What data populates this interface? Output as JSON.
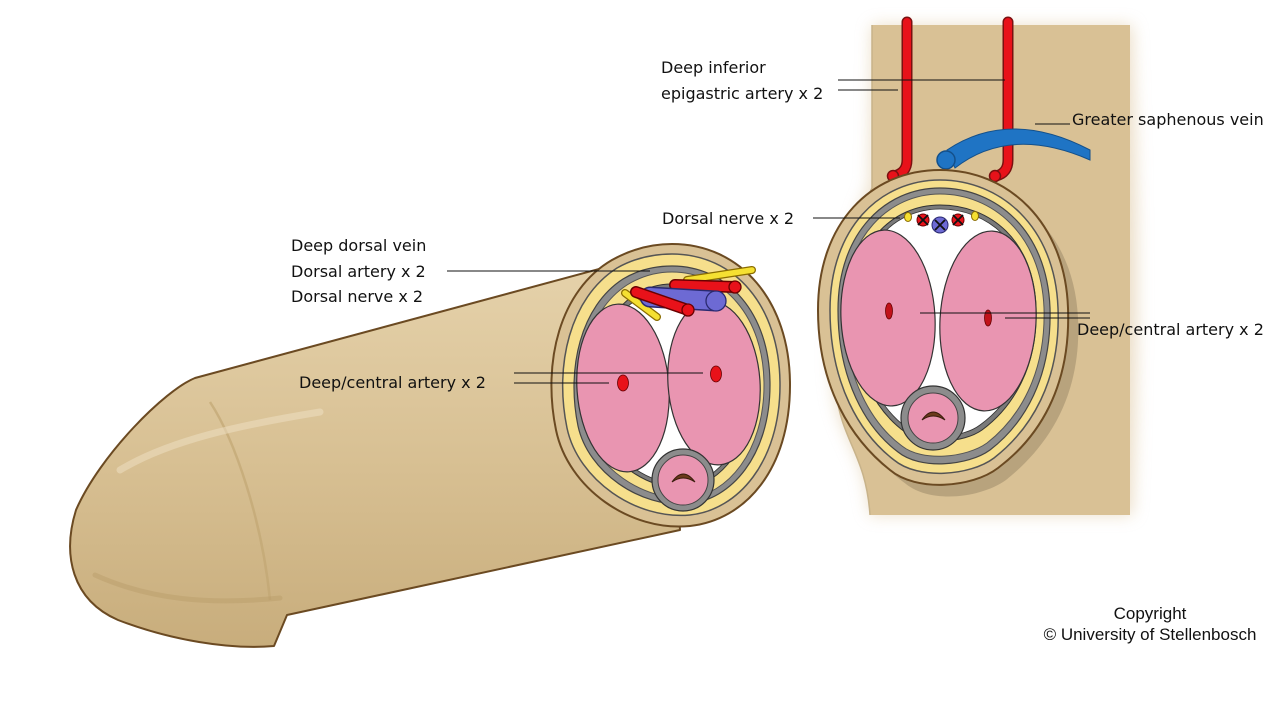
{
  "labels": {
    "deep_inferior_line1": "Deep inferior",
    "deep_inferior_line2": "epigastric artery x 2",
    "greater_saphenous": "Greater saphenous vein",
    "dorsal_nerve_right": "Dorsal nerve x 2",
    "deep_dorsal_vein": "Deep dorsal vein",
    "dorsal_artery": "Dorsal artery x 2",
    "dorsal_nerve_left": "Dorsal nerve x 2",
    "deep_central_left": "Deep/central artery x 2",
    "deep_central_right": "Deep/central artery x 2"
  },
  "copyright": {
    "line1": "Copyright",
    "line2": "© University of Stellenbosch"
  },
  "colors": {
    "skin": "#d9c195",
    "skin_outline": "#6b4a22",
    "fat_layer": "#f6df8c",
    "fascia_gray": "#8c8c8c",
    "corpus_pink": "#e995b1",
    "artery_red": "#e8121a",
    "vein_blue": "#6d6ad4",
    "saphenous_blue": "#1f74c4",
    "nerve_yellow": "#f5e032",
    "urethra_brown": "#6b3a1c"
  }
}
